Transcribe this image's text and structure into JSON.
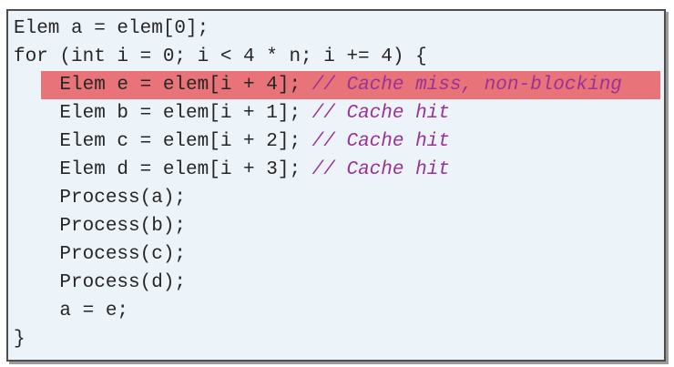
{
  "code_block": {
    "language": "c-style pseudocode",
    "colors": {
      "background": "#ECF3F9",
      "border": "#4D4D4D",
      "shadow": "#9B9B9B",
      "highlight": "#E87378",
      "code_text": "#262626",
      "comment_text": "#993299"
    },
    "lines": [
      {
        "code": "Elem a = elem[0];",
        "comment": "",
        "highlight": false
      },
      {
        "code": "for (int i = 0; i < 4 * n; i += 4) {",
        "comment": "",
        "highlight": false
      },
      {
        "code": "    Elem e = elem[i + 4]; ",
        "comment": "// Cache miss, non-blocking",
        "highlight": true
      },
      {
        "code": "    Elem b = elem[i + 1]; ",
        "comment": "// Cache hit",
        "highlight": false
      },
      {
        "code": "    Elem c = elem[i + 2]; ",
        "comment": "// Cache hit",
        "highlight": false
      },
      {
        "code": "    Elem d = elem[i + 3]; ",
        "comment": "// Cache hit",
        "highlight": false
      },
      {
        "code": "    Process(a);",
        "comment": "",
        "highlight": false
      },
      {
        "code": "    Process(b);",
        "comment": "",
        "highlight": false
      },
      {
        "code": "    Process(c);",
        "comment": "",
        "highlight": false
      },
      {
        "code": "    Process(d);",
        "comment": "",
        "highlight": false
      },
      {
        "code": "    a = e;",
        "comment": "",
        "highlight": false
      },
      {
        "code": "}",
        "comment": "",
        "highlight": false
      }
    ]
  }
}
